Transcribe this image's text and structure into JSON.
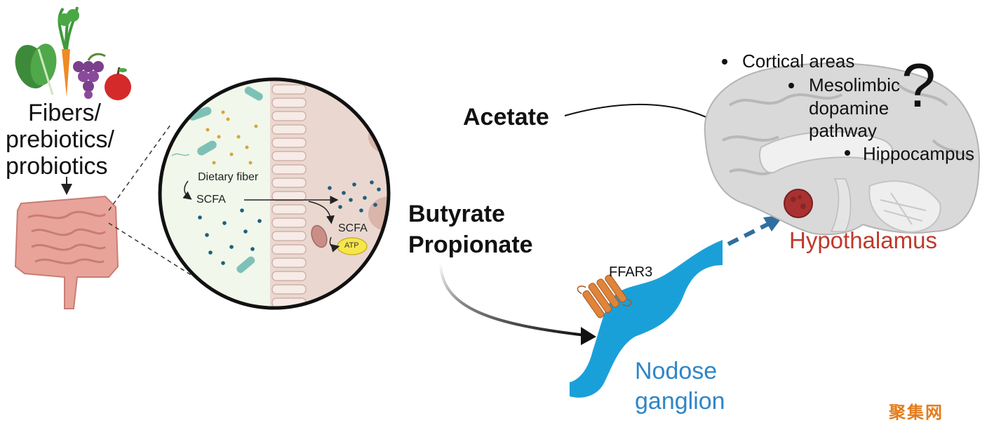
{
  "labels": {
    "food_sources": [
      "Fibers/",
      "prebiotics/",
      "probiotics"
    ],
    "dietary_fiber": "Dietary fiber",
    "scfa_lumen": "SCFA",
    "scfa_cell": "SCFA",
    "atp": "ATP",
    "acetate": "Acetate",
    "butyrate": "Butyrate",
    "propionate": "Propionate",
    "ffar3": "FFAR3",
    "nodose": [
      "Nodose",
      "ganglion"
    ],
    "hypothalamus": "Hypothalamus",
    "brain_regions": {
      "cortical": "Cortical areas",
      "mesolimbic": [
        "Mesolimbic",
        "dopamine",
        "pathway"
      ],
      "hippocampus": "Hippocampus"
    },
    "question_mark": "?"
  },
  "watermark": "聚集网",
  "colors": {
    "nodose_blue": "#1aa0d8",
    "hypothalamus_red": "#c0392b",
    "ffar3_orange": "#e0843a",
    "brain_gray": "#d9d9d9",
    "intestine_pink": "#e8a49a",
    "dashed_arrow": "#2f6f9f"
  }
}
